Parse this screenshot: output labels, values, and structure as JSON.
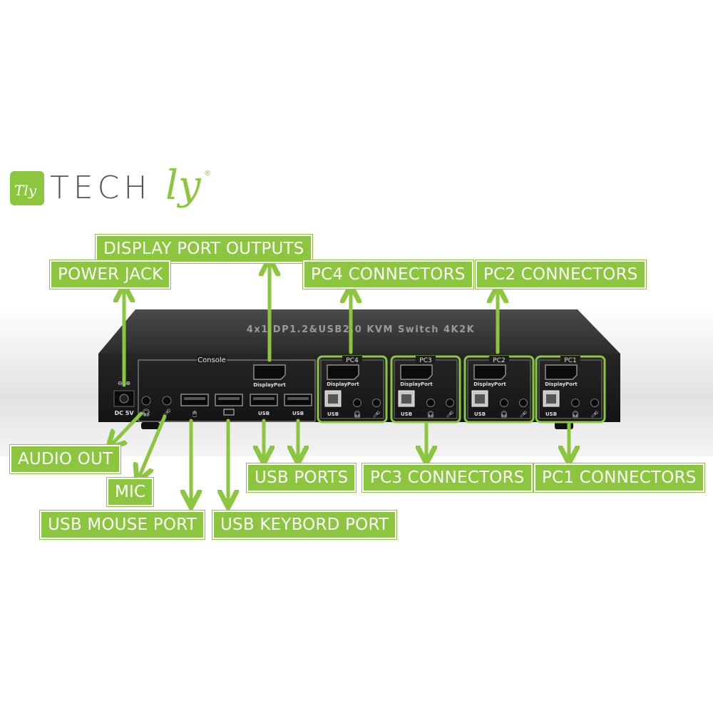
{
  "brand": {
    "name_part1": "TECH",
    "name_part2": "ly",
    "mark": "Tly",
    "registered": "®"
  },
  "device": {
    "model_text": "4x1 DP1.2&USB2.0 KVM Switch 4K2K",
    "console_label": "Console",
    "power_label": "DC 5V",
    "displayport_label": "DisplayPort",
    "usb_label": "USB",
    "pc_labels": [
      "PC4",
      "PC3",
      "PC2",
      "PC1"
    ]
  },
  "callouts": {
    "display_port_outputs": "DISPLAY PORT OUTPUTS",
    "power_jack": "POWER JACK",
    "pc4_connectors": "PC4 CONNECTORS",
    "pc2_connectors": "PC2 CONNECTORS",
    "audio_out": "AUDIO OUT",
    "mic": "MIC",
    "usb_mouse_port": "USB MOUSE PORT",
    "usb_keybord_port": "USB KEYBORD PORT",
    "usb_ports": "USB PORTS",
    "pc3_connectors": "PC3 CONNECTORS",
    "pc1_connectors": "PC1 CONNECTORS"
  },
  "colors": {
    "accent": "#8cc63f",
    "device_body": "#1f1f1f",
    "device_top": "#3a3a3a",
    "port_usb_b": "#c8c8c8"
  }
}
